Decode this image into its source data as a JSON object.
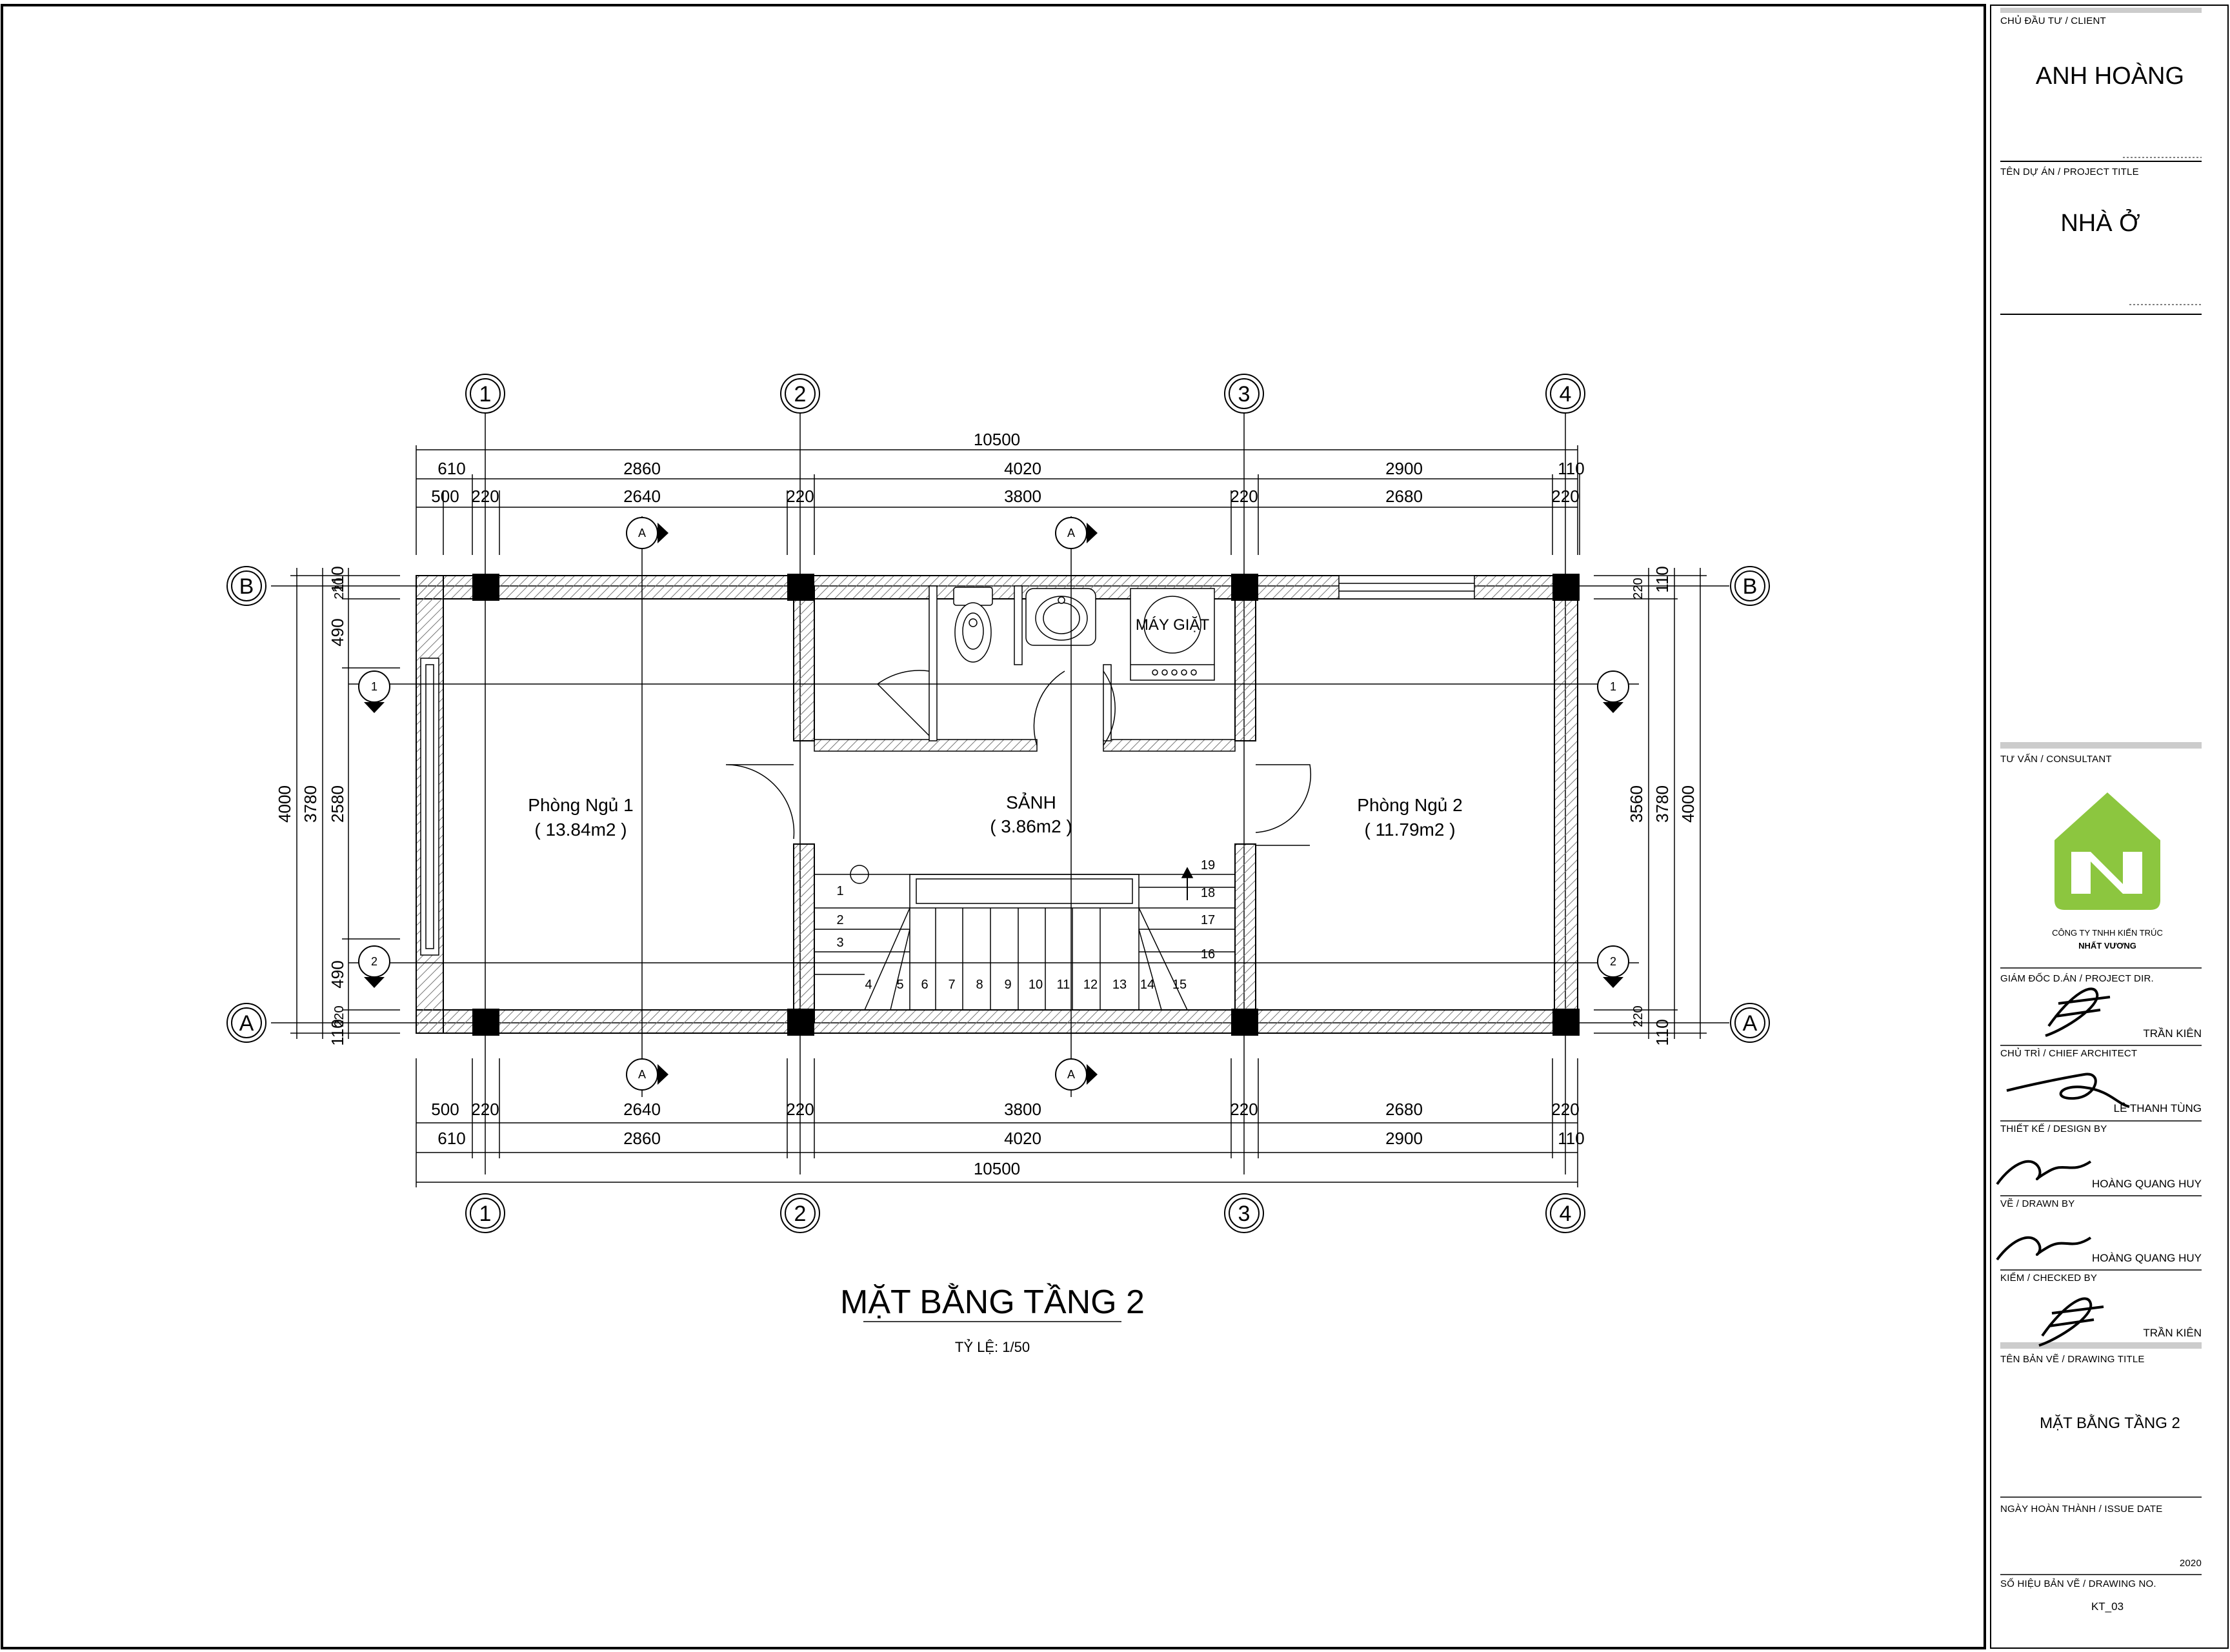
{
  "title_block": {
    "client_label": "CHỦ ĐẦU TƯ / CLIENT",
    "client": "ANH HOÀNG",
    "project_label": "TÊN DỰ ÁN / PROJECT TITLE",
    "project": "NHÀ Ở",
    "consultant_label": "TƯ VẤN / CONSULTANT",
    "company_line1": "CÔNG TY TNHH KIẾN TRÚC",
    "company_line2": "NHẤT VƯƠNG",
    "project_dir_label": "GIÁM ĐỐC D.ÁN / PROJECT DIR.",
    "project_dir": "TRẦN KIÊN",
    "chief_architect_label": "CHỦ TRÌ / CHIEF ARCHITECT",
    "chief_architect": "LÊ THANH TÙNG",
    "design_label": "THIẾT KẾ / DESIGN BY",
    "design": "HOÀNG QUANG HUY",
    "drawn_label": "VẼ / DRAWN BY",
    "drawn": "HOÀNG QUANG HUY",
    "checked_label": "KIỂM / CHECKED BY",
    "checked": "TRẦN KIÊN",
    "drawing_title_label": "TÊN BẢN VẼ /  DRAWING TITLE",
    "drawing_title": "MẶT BẰNG TẦNG 2",
    "issue_date_label": "NGÀY HOÀN THÀNH / ISSUE DATE",
    "issue_date": "2020",
    "drawing_no_label": "SỐ HIỆU BẢN VẼ  / DRAWING NO.",
    "drawing_no": "KT_03"
  },
  "plan": {
    "title": "MẶT BẰNG TẦNG 2",
    "scale": "TỶ LỆ: 1/50",
    "grid_cols": [
      "1",
      "2",
      "3",
      "4"
    ],
    "grid_rows": [
      "B",
      "A"
    ],
    "rooms": [
      {
        "name": "Phòng Ngủ 1",
        "area": "( 13.84m2 )"
      },
      {
        "name": "SẢNH",
        "area": "( 3.86m2 )"
      },
      {
        "name": "Phòng Ngủ 2",
        "area": "( 11.79m2 )"
      }
    ],
    "washer_label": "MÁY GIẶT",
    "stair_numbers": [
      "1",
      "2",
      "3",
      "4",
      "5",
      "6",
      "7",
      "8",
      "9",
      "10",
      "11",
      "12",
      "13",
      "14",
      "15",
      "16",
      "17",
      "18",
      "19"
    ],
    "dims_top": {
      "total": "10500",
      "row1": [
        "610",
        "2860",
        "4020",
        "2900",
        "110"
      ],
      "row2": [
        "500",
        "220",
        "2640",
        "220",
        "3800",
        "220",
        "2680",
        "220"
      ]
    },
    "dims_bottom": {
      "total": "10500",
      "row1": [
        "610",
        "2860",
        "4020",
        "2900",
        "110"
      ],
      "row2": [
        "500",
        "220",
        "2640",
        "220",
        "3800",
        "220",
        "2680",
        "220"
      ]
    },
    "dims_left": {
      "total": "4000",
      "mid": "3780",
      "parts": [
        "110",
        "220",
        "490",
        "2580",
        "490",
        "220",
        "110"
      ]
    },
    "dims_right": {
      "total": "4000",
      "mid": "3780",
      "inner": "3560",
      "parts": [
        "110",
        "220",
        "220",
        "110"
      ]
    },
    "section_marks": [
      "A",
      "A",
      "A",
      "A",
      "1",
      "1",
      "2",
      "2"
    ]
  }
}
